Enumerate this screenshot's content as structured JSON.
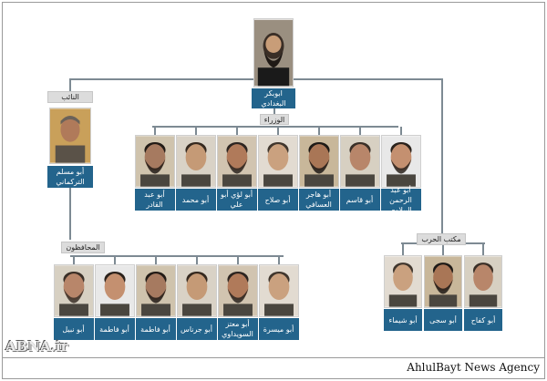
{
  "colors": {
    "label_bg": "#23648c",
    "label_text": "#ffffff",
    "connector": "#7d8a93",
    "header_bg": "#dcdcdc"
  },
  "leader": {
    "name": "ابوبكر البغدادي"
  },
  "deputy": {
    "header": "النائب",
    "name": "أبو مسلم التركماني"
  },
  "ministers": {
    "header": "الوزراء",
    "items": [
      {
        "name": "أبو عبد الرحمن البيلاوي"
      },
      {
        "name": "أبو قاسم"
      },
      {
        "name": "أبو هاجر العسافي"
      },
      {
        "name": "أبو صلاح"
      },
      {
        "name": "أبو لؤي أبو علي"
      },
      {
        "name": "أبو محمد"
      },
      {
        "name": "أبو عبد القادر"
      }
    ]
  },
  "governors": {
    "header": "المحافظون",
    "items": [
      {
        "name": "أبو ميسرة"
      },
      {
        "name": "أبو معتز السويداوي"
      },
      {
        "name": "أبو جرناس"
      },
      {
        "name": "أبو فاطمة"
      },
      {
        "name": "أبو فاطمة"
      },
      {
        "name": "أبو نبيل"
      }
    ]
  },
  "war_office": {
    "header": "مكتب الحرب",
    "items": [
      {
        "name": "أبو كفاح"
      },
      {
        "name": "أبو سجى"
      },
      {
        "name": "أبو شيماء"
      }
    ]
  },
  "watermarks": {
    "left": "ABNA.ir",
    "right": "AhlulBayt News Agency"
  }
}
